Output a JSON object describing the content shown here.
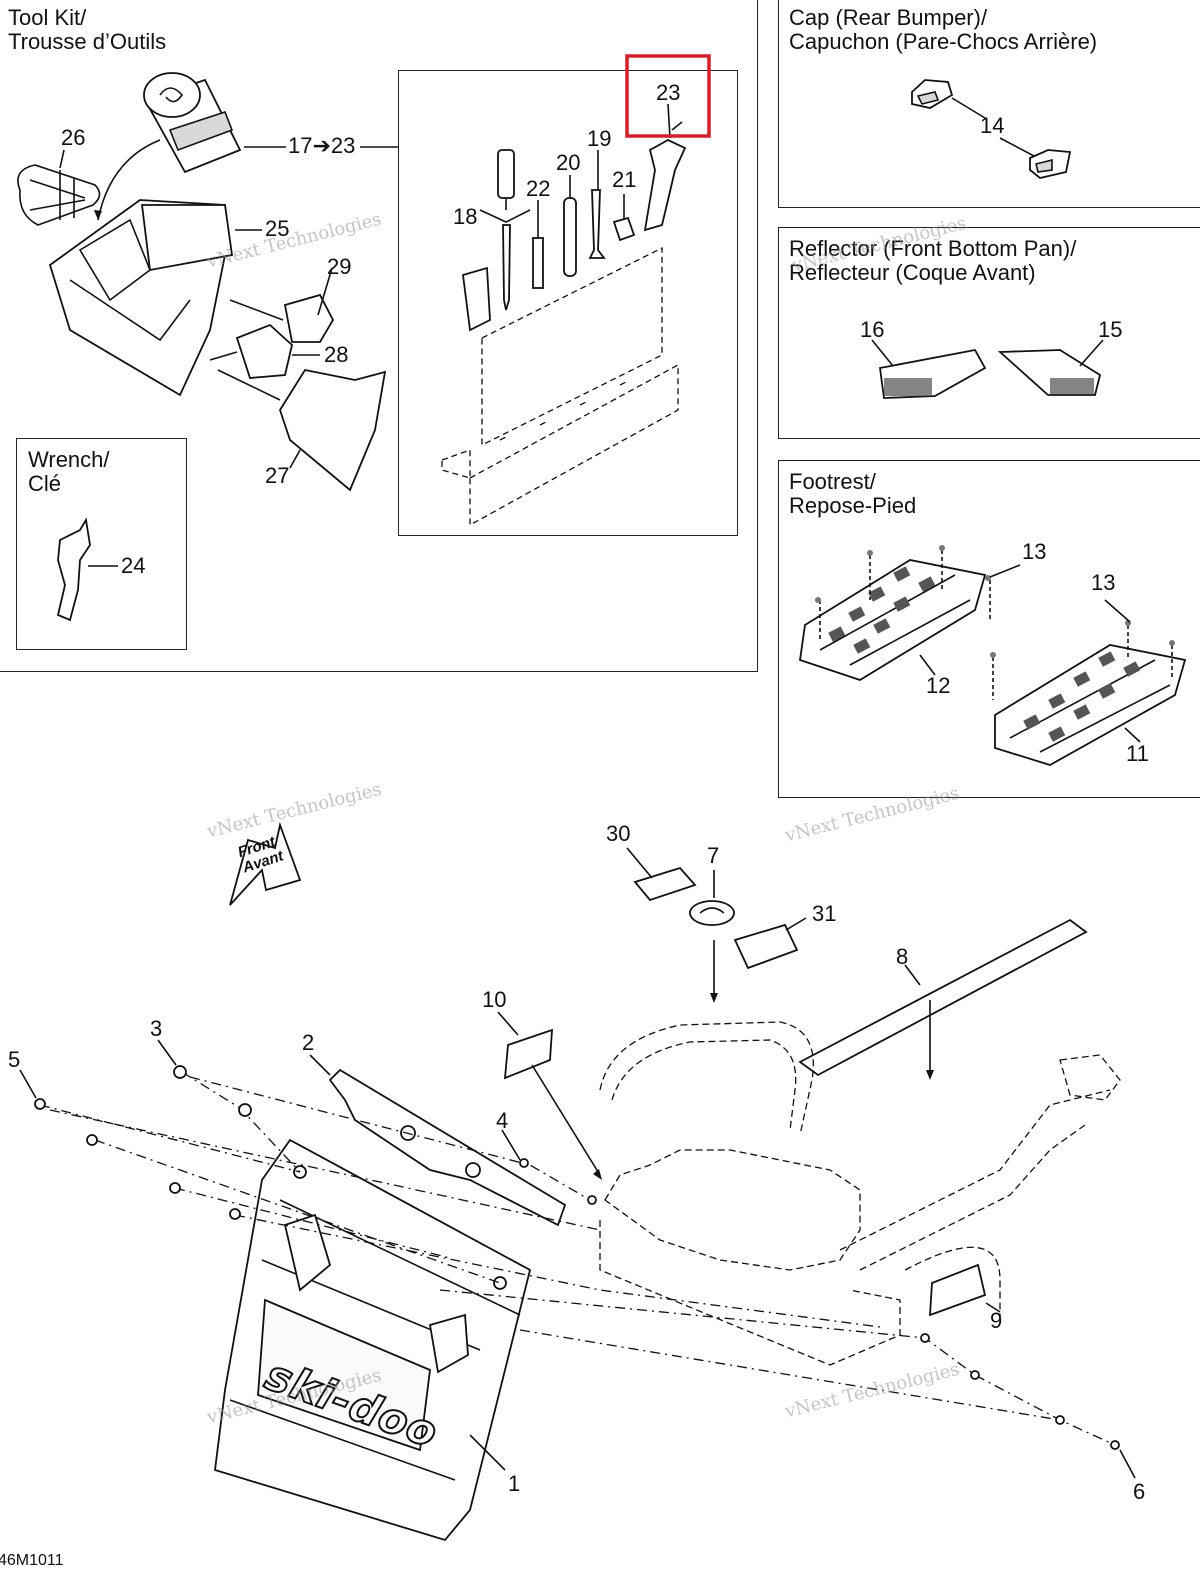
{
  "panels": {
    "tool_kit": {
      "title_line1": "Tool Kit/",
      "title_line2": "Trousse d’Outils"
    },
    "wrench": {
      "title_line1": "Wrench/",
      "title_line2": "Clé"
    },
    "cap": {
      "title_line1": "Cap (Rear Bumper)/",
      "title_line2": "Capuchon (Pare-Chocs Arrière)"
    },
    "reflector": {
      "title_line1": "Reflector (Front Bottom Pan)/",
      "title_line2": "Reflecteur (Coque Avant)"
    },
    "footrest": {
      "title_line1": "Footrest/",
      "title_line2": "Repose-Pied"
    }
  },
  "callouts": {
    "c26": "26",
    "c17_23": "17➔23",
    "c25": "25",
    "c29": "29",
    "c28": "28",
    "c27": "27",
    "c24": "24",
    "c23": "23",
    "c19": "19",
    "c20": "20",
    "c22": "22",
    "c21": "21",
    "c18": "18",
    "c14": "14",
    "c16": "16",
    "c15": "15",
    "c13a": "13",
    "c13b": "13",
    "c12": "12",
    "c11": "11",
    "c30": "30",
    "c7": "7",
    "c31": "31",
    "c8": "8",
    "c10": "10",
    "c3": "3",
    "c2": "2",
    "c5": "5",
    "c4": "4",
    "c9": "9",
    "c1": "1",
    "c6": "6"
  },
  "front_arrow": {
    "line1": "Front",
    "line2": "Avant"
  },
  "logo_text": "ski-doo",
  "watermark": {
    "line1": "vNext Technologies",
    "line2": "vNext Technologies"
  },
  "figure_code": "46M1011",
  "highlight_color": "#d0202a"
}
